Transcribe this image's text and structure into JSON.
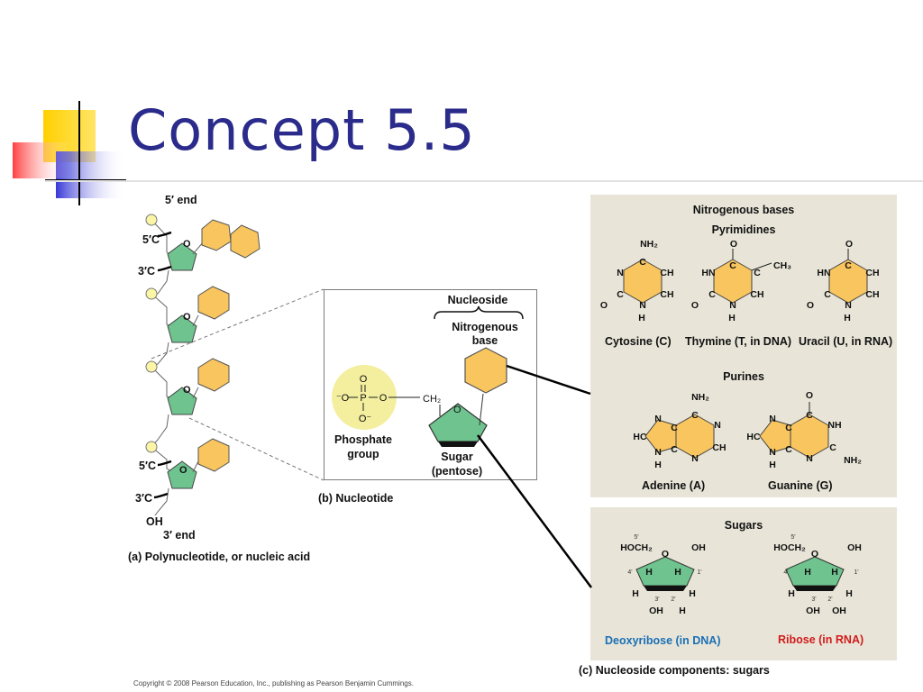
{
  "slide": {
    "title": "Concept 5.5",
    "copyright": "Copyright © 2008 Pearson Education, Inc., publishing as Pearson Benjamin Cummings."
  },
  "polynucleotide": {
    "five_end": "5′ end",
    "three_end": "3′ end",
    "five_c": "5′C",
    "three_c": "3′C",
    "oh": "OH",
    "ring_o": "O",
    "caption": "(a) Polynucleotide, or nucleic acid"
  },
  "nucleotide": {
    "nucleoside_label": "Nucleoside",
    "nitrogenous_base_line1": "Nitrogenous",
    "nitrogenous_base_line2": "base",
    "phosphate_line1": "Phosphate",
    "phosphate_line2": "group",
    "sugar_line1": "Sugar",
    "sugar_line2": "(pentose)",
    "ch2": "CH₂",
    "caption": "(b) Nucleotide"
  },
  "bases_panel": {
    "heading": "Nitrogenous bases",
    "pyrimidines_heading": "Pyrimidines",
    "purines_heading": "Purines",
    "cytosine": "Cytosine (C)",
    "thymine": "Thymine (T, in DNA)",
    "uracil": "Uracil (U, in RNA)",
    "adenine": "Adenine (A)",
    "guanine": "Guanine (G)"
  },
  "sugars_panel": {
    "heading": "Sugars",
    "deoxyribose": "Deoxyribose (in DNA)",
    "ribose": "Ribose (in RNA)",
    "deoxyribose_color": "#1a6fb5",
    "ribose_color": "#d11b1b",
    "caption": "(c) Nucleoside components: sugars"
  },
  "colors": {
    "title": "#2b2b8c",
    "base_fill": "#f9c55e",
    "sugar_fill": "#6ec38e",
    "phosphate_fill": "#fbf6a6",
    "phosphate_circle": "#f3ef9f",
    "panel_bg": "#e8e5d8"
  }
}
